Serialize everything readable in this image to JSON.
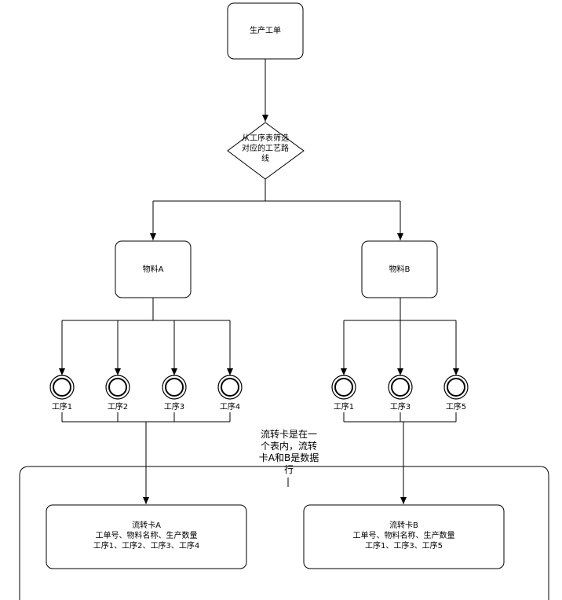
{
  "nodes": {
    "work_order": "生产工单",
    "decision": [
      "从工序表筛选",
      "对应的工艺路",
      "线"
    ],
    "material_a": "物料A",
    "material_b": "物料B"
  },
  "processes_a": [
    "工序1",
    "工序2",
    "工序3",
    "工序4"
  ],
  "processes_b": [
    "工序1",
    "工序3",
    "工序5"
  ],
  "note": [
    "流转卡是在一",
    "个表内，流转",
    "卡A和B是数据",
    "行"
  ],
  "card_a": {
    "title": "流转卡A",
    "line1": "工单号、物料名称、生产数量",
    "line2": "工序1、工序2、工序3、工序4"
  },
  "card_b": {
    "title": "流转卡B",
    "line1": "工单号、物料名称、生产数量",
    "line2": "工序1、工序3、工序5"
  }
}
